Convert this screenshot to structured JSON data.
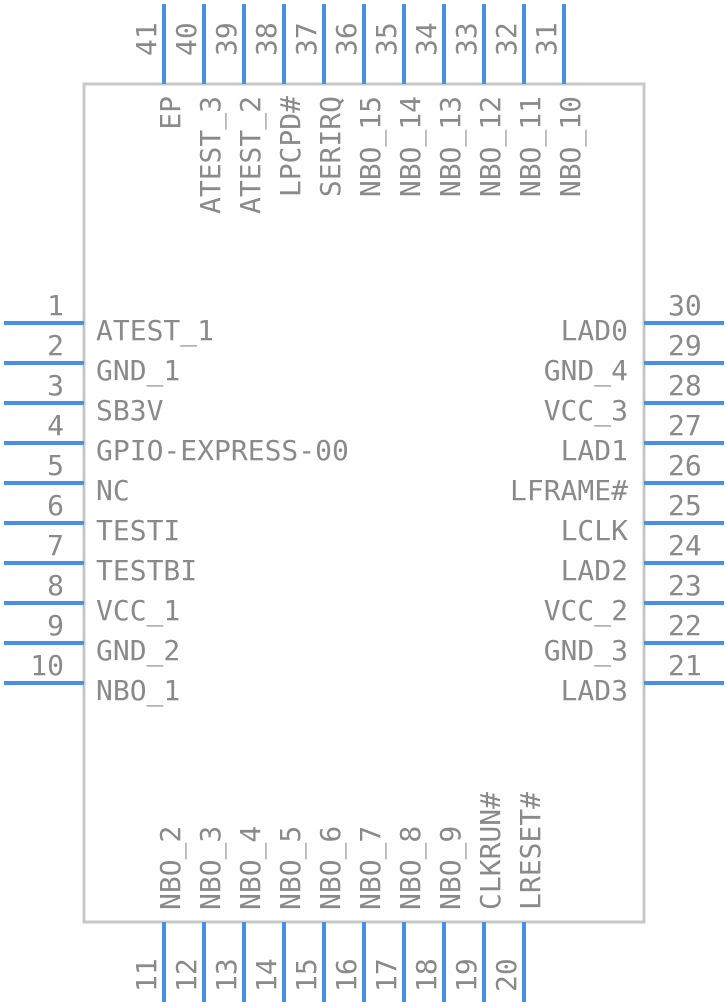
{
  "component": {
    "body_color": "#c8c8c8",
    "pin_color": "#4a90e2",
    "text_color": "#8a8a8a"
  },
  "pins": {
    "left": [
      {
        "num": "1",
        "name": "ATEST_1"
      },
      {
        "num": "2",
        "name": "GND_1"
      },
      {
        "num": "3",
        "name": "SB3V"
      },
      {
        "num": "4",
        "name": "GPIO-EXPRESS-00"
      },
      {
        "num": "5",
        "name": "NC"
      },
      {
        "num": "6",
        "name": "TESTI"
      },
      {
        "num": "7",
        "name": "TESTBI"
      },
      {
        "num": "8",
        "name": "VCC_1"
      },
      {
        "num": "9",
        "name": "GND_2"
      },
      {
        "num": "10",
        "name": "NBO_1"
      }
    ],
    "right": [
      {
        "num": "30",
        "name": "LAD0"
      },
      {
        "num": "29",
        "name": "GND_4"
      },
      {
        "num": "28",
        "name": "VCC_3"
      },
      {
        "num": "27",
        "name": "LAD1"
      },
      {
        "num": "26",
        "name": "LFRAME#"
      },
      {
        "num": "25",
        "name": "LCLK"
      },
      {
        "num": "24",
        "name": "LAD2"
      },
      {
        "num": "23",
        "name": "VCC_2"
      },
      {
        "num": "22",
        "name": "GND_3"
      },
      {
        "num": "21",
        "name": "LAD3"
      }
    ],
    "top": [
      {
        "num": "41",
        "name": "EP"
      },
      {
        "num": "40",
        "name": "ATEST_3"
      },
      {
        "num": "39",
        "name": "ATEST_2"
      },
      {
        "num": "38",
        "name": "LPCPD#"
      },
      {
        "num": "37",
        "name": "SERIRQ"
      },
      {
        "num": "36",
        "name": "NBO_15"
      },
      {
        "num": "35",
        "name": "NBO_14"
      },
      {
        "num": "34",
        "name": "NBO_13"
      },
      {
        "num": "33",
        "name": "NBO_12"
      },
      {
        "num": "32",
        "name": "NBO_11"
      },
      {
        "num": "31",
        "name": "NBO_10"
      }
    ],
    "bottom": [
      {
        "num": "11",
        "name": "NBO_2"
      },
      {
        "num": "12",
        "name": "NBO_3"
      },
      {
        "num": "13",
        "name": "NBO_4"
      },
      {
        "num": "14",
        "name": "NBO_5"
      },
      {
        "num": "15",
        "name": "NBO_6"
      },
      {
        "num": "16",
        "name": "NBO_7"
      },
      {
        "num": "17",
        "name": "NBO_8"
      },
      {
        "num": "18",
        "name": "NBO_9"
      },
      {
        "num": "19",
        "name": "CLKRUN#"
      },
      {
        "num": "20",
        "name": "LRESET#"
      }
    ]
  }
}
